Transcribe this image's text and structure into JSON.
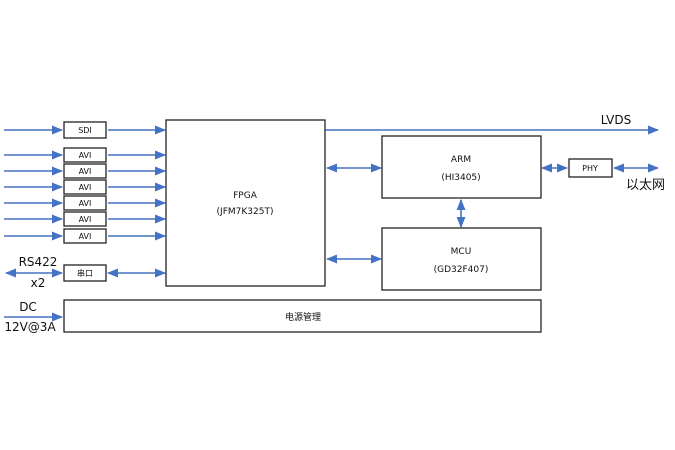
{
  "blocks": {
    "sdi": "SDI",
    "avi_1": "AVI",
    "avi_2": "AVI",
    "avi_3": "AVI",
    "avi_4": "AVI",
    "avi_5": "AVI",
    "avi_6": "AVI",
    "serial": "串口",
    "fpga_title": "FPGA",
    "fpga_part": "(JFM7K325T)",
    "arm_title": "ARM",
    "arm_part": "(HI3405)",
    "mcu_title": "MCU",
    "mcu_part": "(GD32F407)",
    "phy": "PHY",
    "power": "电源管理"
  },
  "labels": {
    "lvds": "LVDS",
    "ethernet": "以太网",
    "rs422": "RS422",
    "rs422_count": "x2",
    "dc": "DC",
    "dc_rating": "12V@3A"
  },
  "colors": {
    "wire": "#4472c4",
    "box_stroke": "#222222"
  }
}
